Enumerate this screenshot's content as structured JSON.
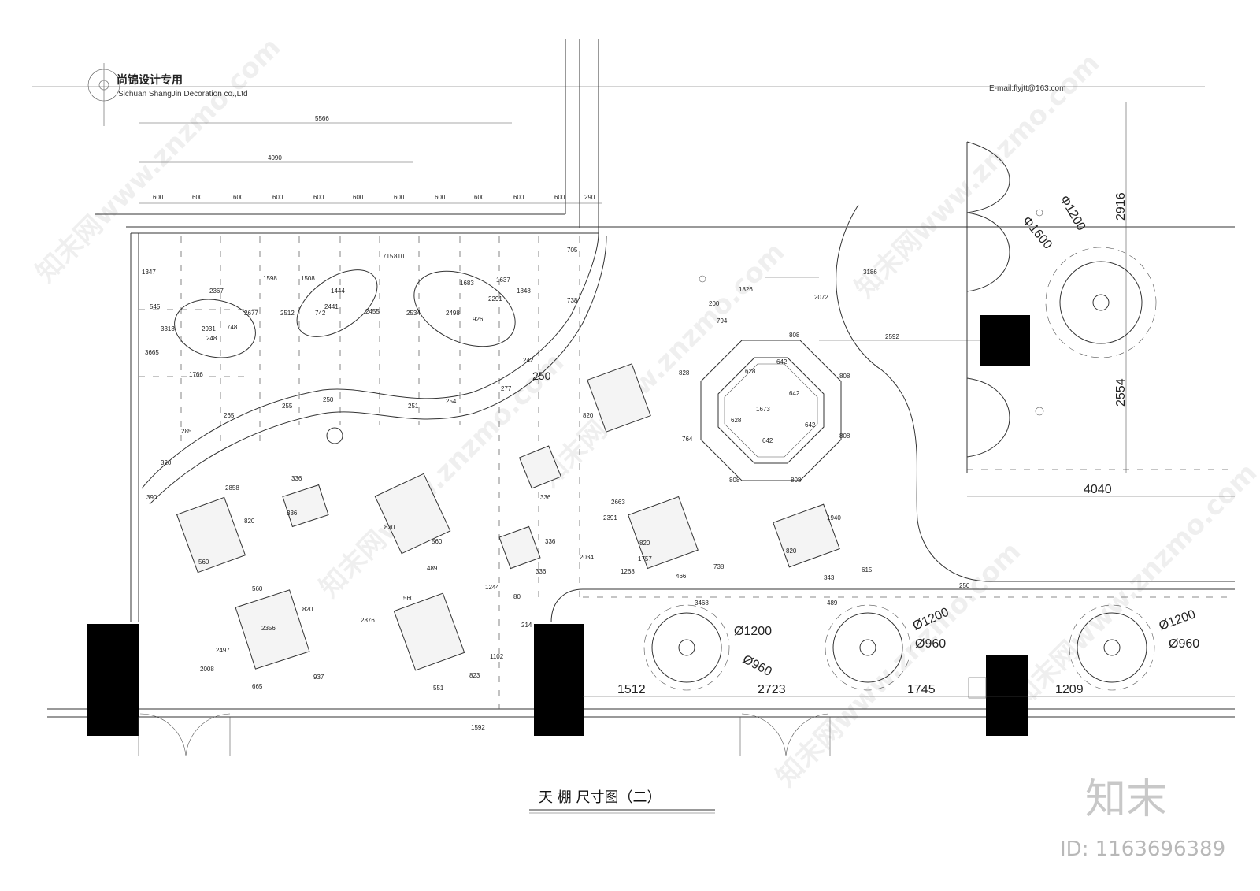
{
  "header": {
    "company_cn": "尚锦设计专用",
    "company_en": "Sichuan ShangJin Decoration co.,Ltd",
    "email": "E-mail:flyjtt@163.com"
  },
  "title": "天 棚 尺寸图（二）",
  "brand": {
    "mark": "知末",
    "id": "ID: 1163696389"
  },
  "watermark": "知末网www.znzmo.com",
  "dims": {
    "top_total": "5566",
    "top_mid": "4090",
    "grid": [
      "600",
      "600",
      "600",
      "600",
      "600",
      "600",
      "600",
      "600",
      "600",
      "600",
      "600",
      "290"
    ],
    "left": [
      "1347",
      "3313",
      "3665",
      "545",
      "2367",
      "1766",
      "2931",
      "748",
      "2677",
      "2512",
      "1598",
      "1508",
      "1444",
      "742",
      "2441",
      "2455",
      "715",
      "810",
      "2534",
      "2498",
      "1683",
      "2291",
      "1637",
      "1848",
      "705",
      "738",
      "926",
      "248"
    ],
    "mid": [
      "200",
      "1826",
      "2072",
      "3186",
      "794",
      "808",
      "628",
      "642",
      "642",
      "1673",
      "808",
      "828",
      "764",
      "628",
      "642",
      "642",
      "808",
      "808",
      "808",
      "2592"
    ],
    "tile_dims": [
      "820",
      "336",
      "336",
      "560",
      "820",
      "560",
      "489",
      "820",
      "560",
      "336",
      "336",
      "560",
      "820",
      "560",
      "2858",
      "2497",
      "2008",
      "665",
      "937",
      "2356",
      "2876",
      "1244",
      "80",
      "214",
      "1102",
      "551",
      "823",
      "1592",
      "2034",
      "2391",
      "2663",
      "1757",
      "1268",
      "466",
      "738",
      "489",
      "343",
      "615",
      "3468",
      "820",
      "1940"
    ],
    "curve": [
      "250",
      "242",
      "277",
      "255",
      "250",
      "251",
      "254",
      "265",
      "285",
      "320",
      "390"
    ],
    "right_big": [
      "2916",
      "2554",
      "4040",
      "Φ1200",
      "Φ1600"
    ],
    "bottom_big": [
      "1512",
      "2723",
      "1745",
      "1209"
    ],
    "circles": [
      "Ø1200",
      "Ø960",
      "Ø1200",
      "Ø960",
      "Ø1200",
      "Ø960"
    ],
    "misc": [
      "250"
    ]
  }
}
